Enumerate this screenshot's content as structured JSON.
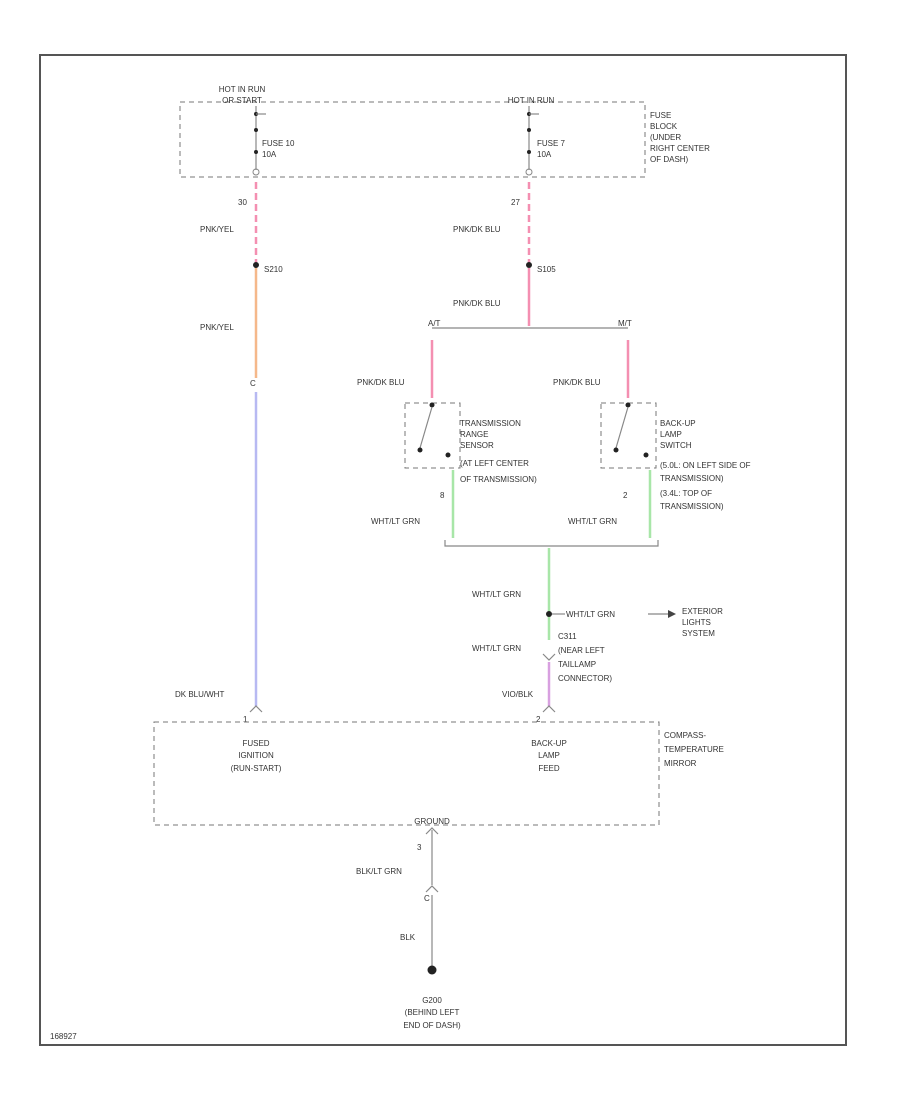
{
  "fuse_block": {
    "hot_run_1": "HOT IN RUN",
    "hot_run_1b": "OR START",
    "hot_run_2": "HOT IN RUN",
    "fuse1_name": "FUSE 10",
    "fuse1_rating": "10A",
    "fuse2_name": "FUSE 7",
    "fuse2_rating": "10A",
    "location": [
      "FUSE",
      "BLOCK",
      "(UNDER",
      "RIGHT CENTER",
      "OF DASH)"
    ]
  },
  "left_circuit": {
    "pin_top": "30",
    "wire_top": "PNK/YEL",
    "splice": "S210",
    "wire_mid": "PNK/YEL",
    "connector": "C",
    "wire_bottom": "DK BLU/WHT",
    "pin_mirror": "1"
  },
  "right_circuit": {
    "pin_top": "27",
    "wire_top": "PNK/DK BLU",
    "splice": "S105",
    "wire_split": "PNK/DK BLU",
    "branch_at": "A/T",
    "branch_mt": "M/T",
    "wire_left_branch": "PNK/DK BLU",
    "wire_right_branch": "PNK/DK BLU",
    "trs_label": [
      "TRANSMISSION",
      "RANGE",
      "SENSOR",
      "(AT LEFT CENTER",
      "OF TRANSMISSION)"
    ],
    "trs_pin": "8",
    "bu_label": [
      "BACK-UP",
      "LAMP",
      "SWITCH",
      "(5.0L: ON LEFT SIDE OF",
      "TRANSMISSION)",
      "(3.4L: TOP OF",
      "TRANSMISSION)"
    ],
    "bu_pin": "2",
    "wire_trs_out": "WHT/LT GRN",
    "wire_bu_out": "WHT/LT GRN",
    "wire_merge": "WHT/LT GRN",
    "wire_ext": "WHT/LT GRN",
    "ext_label": [
      "EXTERIOR",
      "LIGHTS",
      "SYSTEM"
    ],
    "wire_c": "WHT/LT GRN",
    "connector": [
      "C311",
      "(NEAR LEFT",
      "TAILLAMP",
      "CONNECTOR)"
    ],
    "wire_bottom": "VIO/BLK",
    "pin_mirror": "2"
  },
  "mirror": {
    "fused_ignition": [
      "FUSED",
      "IGNITION",
      "(RUN-START)"
    ],
    "backup_feed": [
      "BACK-UP",
      "LAMP",
      "FEED"
    ],
    "name": [
      "COMPASS-",
      "TEMPERATURE",
      "MIRROR"
    ],
    "ground": "GROUND"
  },
  "ground_circuit": {
    "pin": "3",
    "wire_top": "BLK/LT GRN",
    "connector": "C",
    "wire_bottom": "BLK",
    "ground_label": [
      "G200",
      "(BEHIND LEFT",
      "END OF DASH)"
    ]
  },
  "figure_id": "168927",
  "colors": {
    "pink": "#f48fb1",
    "orange": "#f5b88a",
    "blue": "#b7b9f2",
    "green": "#a8e6a8",
    "violet": "#d8a0e0",
    "frame": "#555555"
  }
}
